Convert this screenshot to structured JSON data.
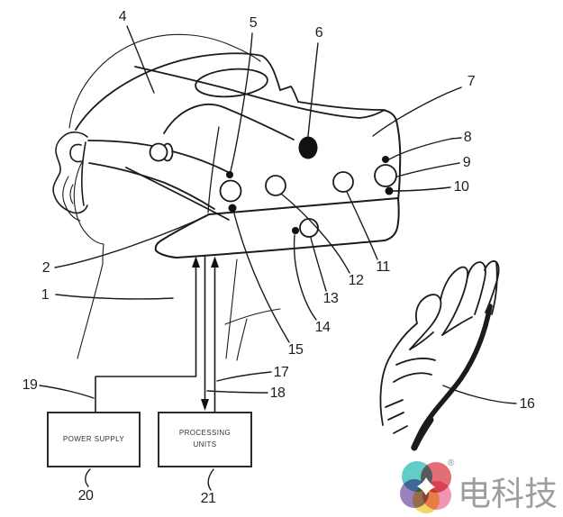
{
  "figure": {
    "title": "Head-mounted display patent line drawing",
    "labels": [
      "1",
      "2",
      "4",
      "5",
      "6",
      "7",
      "8",
      "9",
      "10",
      "11",
      "12",
      "13",
      "14",
      "15",
      "16",
      "17",
      "18",
      "19",
      "20",
      "21"
    ],
    "boxes": {
      "power_supply": "POWER SUPPLY",
      "processing_units": "PROCESSING UNITS"
    }
  },
  "watermark": {
    "brand": "电科技",
    "registered": "®",
    "colors": {
      "teal": "#45c5bc",
      "red": "#e0545e",
      "purple": "#8a6bb4",
      "pink": "#ee82a6",
      "yellow": "#f2cf4a",
      "text": "#9e9e9e"
    }
  }
}
